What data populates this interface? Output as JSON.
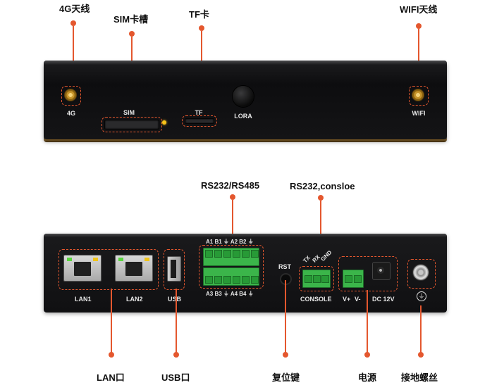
{
  "callouts": {
    "antenna_4g": "4G天线",
    "sim_slot": "SIM卡槽",
    "tf_slot": "TF卡",
    "wifi_antenna": "WIFI天线",
    "rs232_rs485": "RS232/RS485",
    "rs232_console": "RS232,consloe",
    "lan_port": "LAN口",
    "usb_port": "USB口",
    "reset_button": "复位键",
    "power": "电源",
    "ground_screw": "接地螺丝"
  },
  "front_panel": {
    "label_4g": "4G",
    "label_sim": "SIM",
    "label_tf": "TF",
    "label_lora": "LORA",
    "label_wifi": "WIFI"
  },
  "back_panel": {
    "label_lan1": "LAN1",
    "label_lan2": "LAN2",
    "label_usb": "USB",
    "label_rst": "RST",
    "label_terminal_top": "A1 B1 ⏚ A2 B2 ⏚",
    "label_terminal_bottom": "A3 B3 ⏚ A4 B4 ⏚",
    "label_tx": "TX",
    "label_rx": "RX",
    "label_gnd": "GND",
    "label_console": "CONSOLE",
    "label_vplus": "V+",
    "label_vminus": "V-",
    "label_dc": "DC 12V",
    "ground_symbol": "⏚"
  },
  "colors": {
    "callout_accent": "#e4572e",
    "panel_body": "#141416",
    "terminal_green": "#3bb54a",
    "led_yellow": "#f7c21a"
  }
}
